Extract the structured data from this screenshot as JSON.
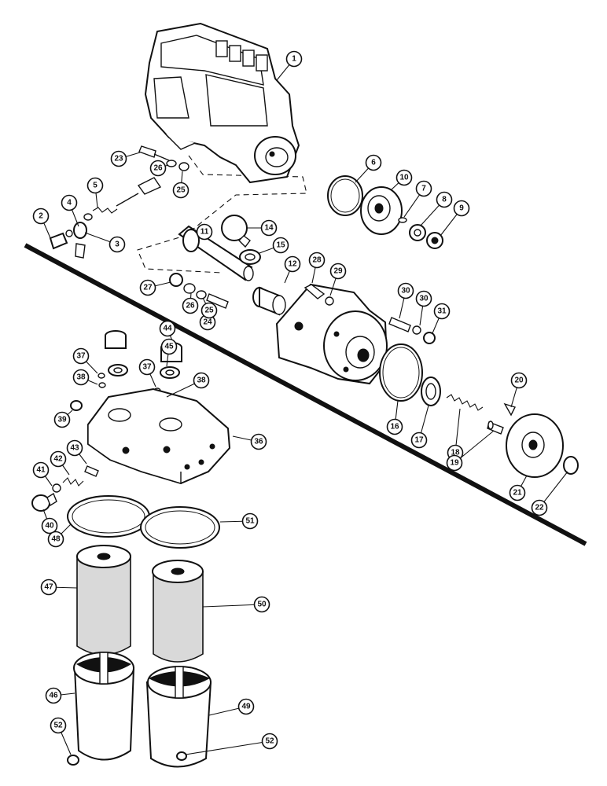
{
  "callouts": [
    {
      "num": "1"
    },
    {
      "num": "2"
    },
    {
      "num": "3"
    },
    {
      "num": "4"
    },
    {
      "num": "5"
    },
    {
      "num": "6"
    },
    {
      "num": "7"
    },
    {
      "num": "8"
    },
    {
      "num": "9"
    },
    {
      "num": "10"
    },
    {
      "num": "11"
    },
    {
      "num": "12"
    },
    {
      "num": "14"
    },
    {
      "num": "15"
    },
    {
      "num": "16"
    },
    {
      "num": "17"
    },
    {
      "num": "18"
    },
    {
      "num": "19"
    },
    {
      "num": "20"
    },
    {
      "num": "21"
    },
    {
      "num": "22"
    },
    {
      "num": "23"
    },
    {
      "num": "24"
    },
    {
      "num": "25"
    },
    {
      "num": "25"
    },
    {
      "num": "26"
    },
    {
      "num": "26"
    },
    {
      "num": "27"
    },
    {
      "num": "28"
    },
    {
      "num": "29"
    },
    {
      "num": "30"
    },
    {
      "num": "30"
    },
    {
      "num": "31"
    },
    {
      "num": "36"
    },
    {
      "num": "37"
    },
    {
      "num": "37"
    },
    {
      "num": "38"
    },
    {
      "num": "38"
    },
    {
      "num": "39"
    },
    {
      "num": "40"
    },
    {
      "num": "41"
    },
    {
      "num": "42"
    },
    {
      "num": "43"
    },
    {
      "num": "44"
    },
    {
      "num": "45"
    },
    {
      "num": "46"
    },
    {
      "num": "47"
    },
    {
      "num": "48"
    },
    {
      "num": "49"
    },
    {
      "num": "50"
    },
    {
      "num": "51"
    },
    {
      "num": "52"
    },
    {
      "num": "52"
    }
  ]
}
